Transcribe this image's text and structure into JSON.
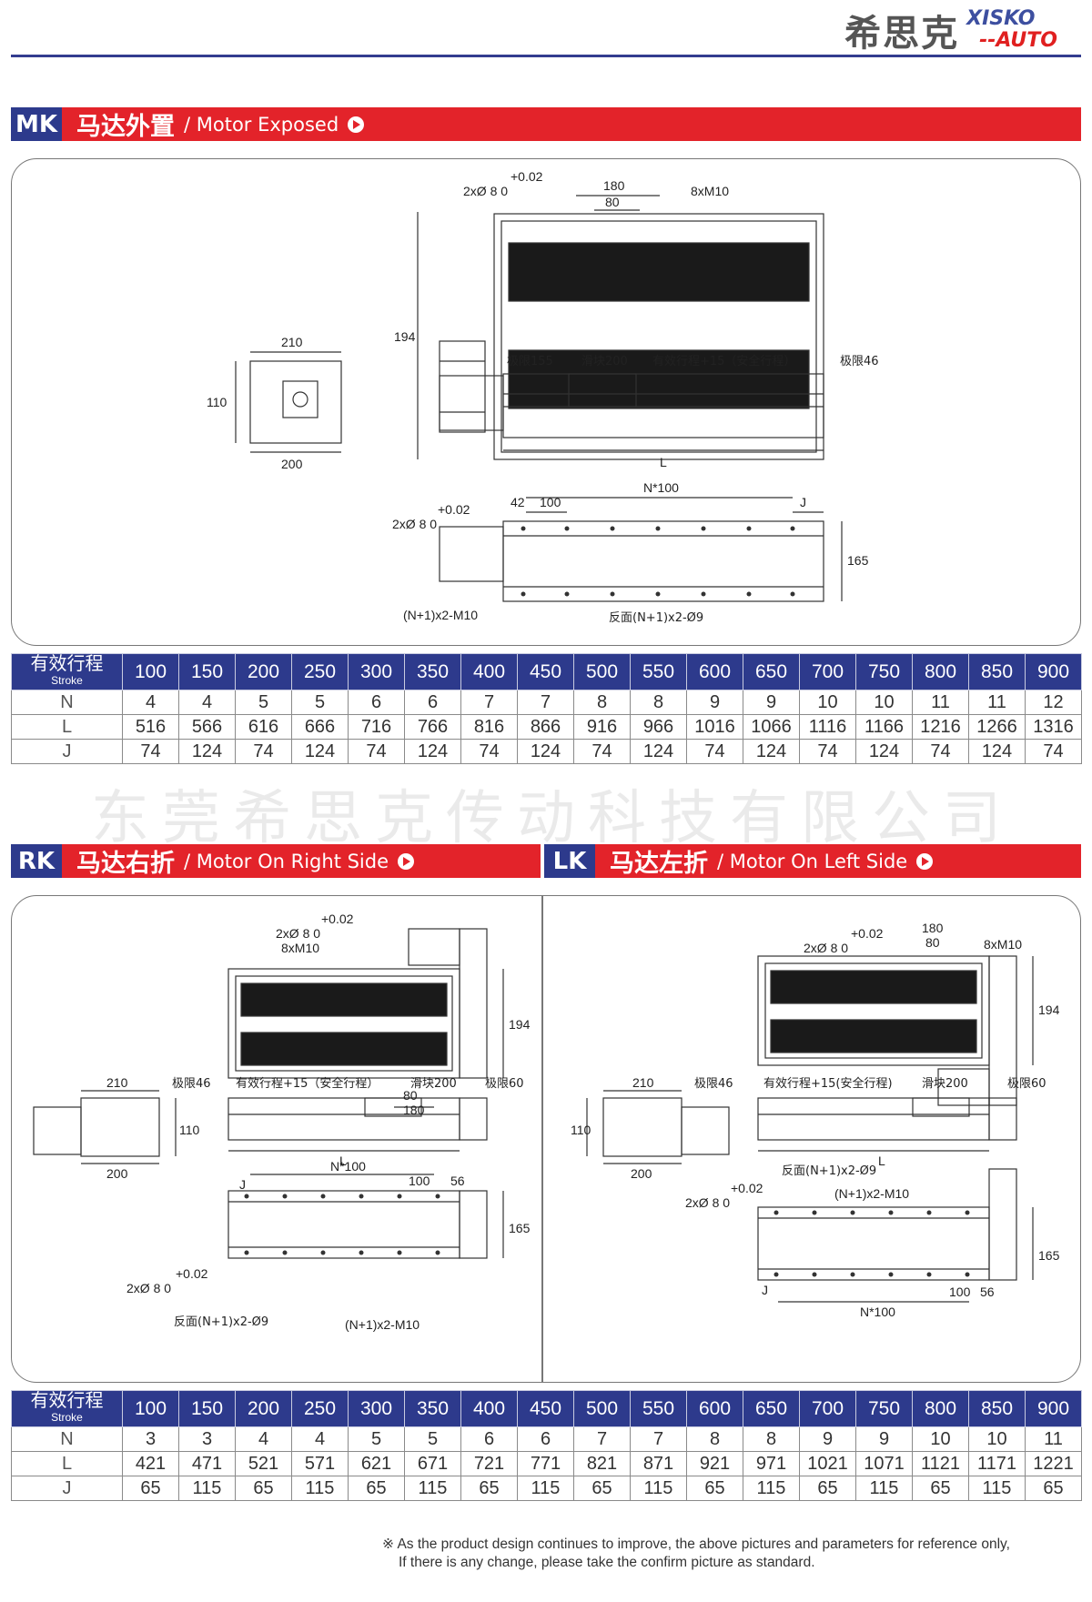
{
  "brand": {
    "cn": "希思克",
    "en_top": "XISKO",
    "en_bottom": "--AUTO"
  },
  "mk": {
    "code": "MK",
    "cn": "马达外置",
    "en": "/ Motor Exposed",
    "labels": {
      "pin": "2xØ 8 0",
      "tol": "+0.02",
      "d180": "180",
      "d80": "80",
      "m10": "8xM10",
      "d194": "194",
      "d210": "210",
      "d110": "110",
      "d200": "200",
      "lim155": "极限155",
      "slider200": "滑块200",
      "stroke15": "有效行程+15（安全行程）",
      "lim46": "极限46",
      "L": "L",
      "n100": "N*100",
      "d42": "42",
      "d100": "100",
      "J": "J",
      "d165": "165",
      "m10b": "(N+1)x2-M10",
      "back9": "反面(N+1)x2-Ø9"
    }
  },
  "table1": {
    "header_cn": "有效行程",
    "header_en": "Stroke",
    "strokes": [
      "100",
      "150",
      "200",
      "250",
      "300",
      "350",
      "400",
      "450",
      "500",
      "550",
      "600",
      "650",
      "700",
      "750",
      "800",
      "850",
      "900"
    ],
    "rows": [
      {
        "label": "N",
        "values": [
          "4",
          "4",
          "5",
          "5",
          "6",
          "6",
          "7",
          "7",
          "8",
          "8",
          "9",
          "9",
          "10",
          "10",
          "11",
          "11",
          "12"
        ]
      },
      {
        "label": "L",
        "values": [
          "516",
          "566",
          "616",
          "666",
          "716",
          "766",
          "816",
          "866",
          "916",
          "966",
          "1016",
          "1066",
          "1116",
          "1166",
          "1216",
          "1266",
          "1316"
        ]
      },
      {
        "label": "J",
        "values": [
          "74",
          "124",
          "74",
          "124",
          "74",
          "124",
          "74",
          "124",
          "74",
          "124",
          "74",
          "124",
          "74",
          "124",
          "74",
          "124",
          "74"
        ]
      }
    ]
  },
  "watermark": "东莞希思克传动科技有限公司",
  "rk": {
    "code": "RK",
    "cn": "马达右折",
    "en": "/ Motor On Right Side",
    "labels": {
      "tol": "+0.02",
      "pin": "2xØ 8 0",
      "m10": "8xM10",
      "d194": "194",
      "d80": "80",
      "d180": "180",
      "d210": "210",
      "d110": "110",
      "d200": "200",
      "lim46": "极限46",
      "stroke15": "有效行程+15（安全行程）",
      "slider200": "滑块200",
      "lim60": "极限60",
      "L": "L",
      "J": "J",
      "n100": "N*100",
      "d100": "100",
      "d56": "56",
      "d165": "165",
      "back9": "反面(N+1)x2-Ø9",
      "m10b": "(N+1)x2-M10"
    }
  },
  "lk": {
    "code": "LK",
    "cn": "马达左折",
    "en": "/ Motor On Left Side",
    "labels": {
      "tol": "+0.02",
      "pin": "2xØ 8 0",
      "d180": "180",
      "d80": "80",
      "m10": "8xM10",
      "d194": "194",
      "d210": "210",
      "d110": "110",
      "d200": "200",
      "lim46": "极限46",
      "stroke15": "有效行程+15(安全行程)",
      "slider200": "滑块200",
      "lim60": "极限60",
      "L": "L",
      "back9": "反面(N+1)x2-Ø9",
      "m10b": "(N+1)x2-M10",
      "J": "J",
      "n100": "N*100",
      "d100": "100",
      "d56": "56",
      "d165": "165"
    }
  },
  "table2": {
    "header_cn": "有效行程",
    "header_en": "Stroke",
    "strokes": [
      "100",
      "150",
      "200",
      "250",
      "300",
      "350",
      "400",
      "450",
      "500",
      "550",
      "600",
      "650",
      "700",
      "750",
      "800",
      "850",
      "900"
    ],
    "rows": [
      {
        "label": "N",
        "values": [
          "3",
          "3",
          "4",
          "4",
          "5",
          "5",
          "6",
          "6",
          "7",
          "7",
          "8",
          "8",
          "9",
          "9",
          "10",
          "10",
          "11"
        ]
      },
      {
        "label": "L",
        "values": [
          "421",
          "471",
          "521",
          "571",
          "621",
          "671",
          "721",
          "771",
          "821",
          "871",
          "921",
          "971",
          "1021",
          "1071",
          "1121",
          "1171",
          "1221"
        ]
      },
      {
        "label": "J",
        "values": [
          "65",
          "115",
          "65",
          "115",
          "65",
          "115",
          "65",
          "115",
          "65",
          "115",
          "65",
          "115",
          "65",
          "115",
          "65",
          "115",
          "65"
        ]
      }
    ]
  },
  "note": {
    "line1": "※ As the product design continues to improve, the above pictures and parameters for reference only,",
    "line2": "If there is any change, please take the confirm picture as standard."
  }
}
